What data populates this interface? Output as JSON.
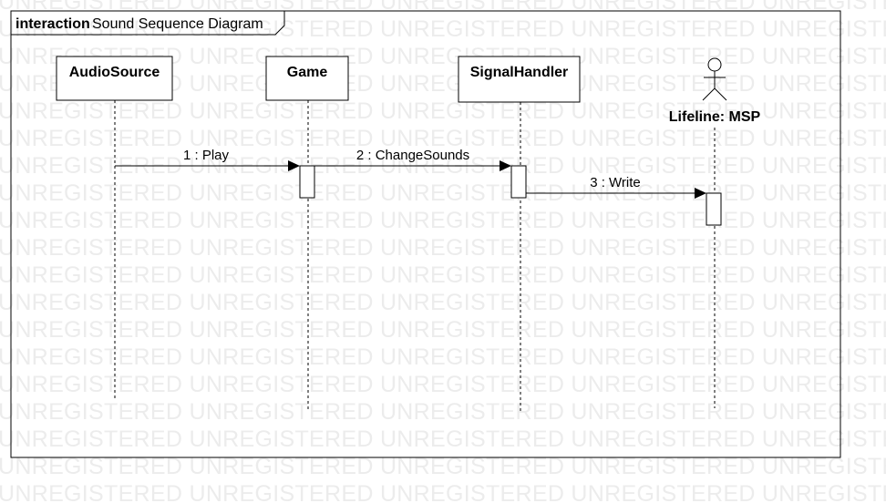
{
  "watermark": {
    "text": "UNREGISTERED"
  },
  "frame": {
    "keyword": "interaction",
    "name": "Sound Sequence Diagram"
  },
  "lifelines": [
    {
      "id": "audiosource",
      "label": "AudioSource",
      "kind": "box"
    },
    {
      "id": "game",
      "label": "Game",
      "kind": "box"
    },
    {
      "id": "signalhandler",
      "label": "SignalHandler",
      "kind": "box"
    },
    {
      "id": "msp",
      "label": "Lifeline: MSP",
      "kind": "actor"
    }
  ],
  "messages": [
    {
      "label": "1 : Play",
      "from": "audiosource",
      "to": "game"
    },
    {
      "label": "2 : ChangeSounds",
      "from": "game",
      "to": "signalhandler"
    },
    {
      "label": "3 : Write",
      "from": "signalhandler",
      "to": "msp"
    }
  ]
}
